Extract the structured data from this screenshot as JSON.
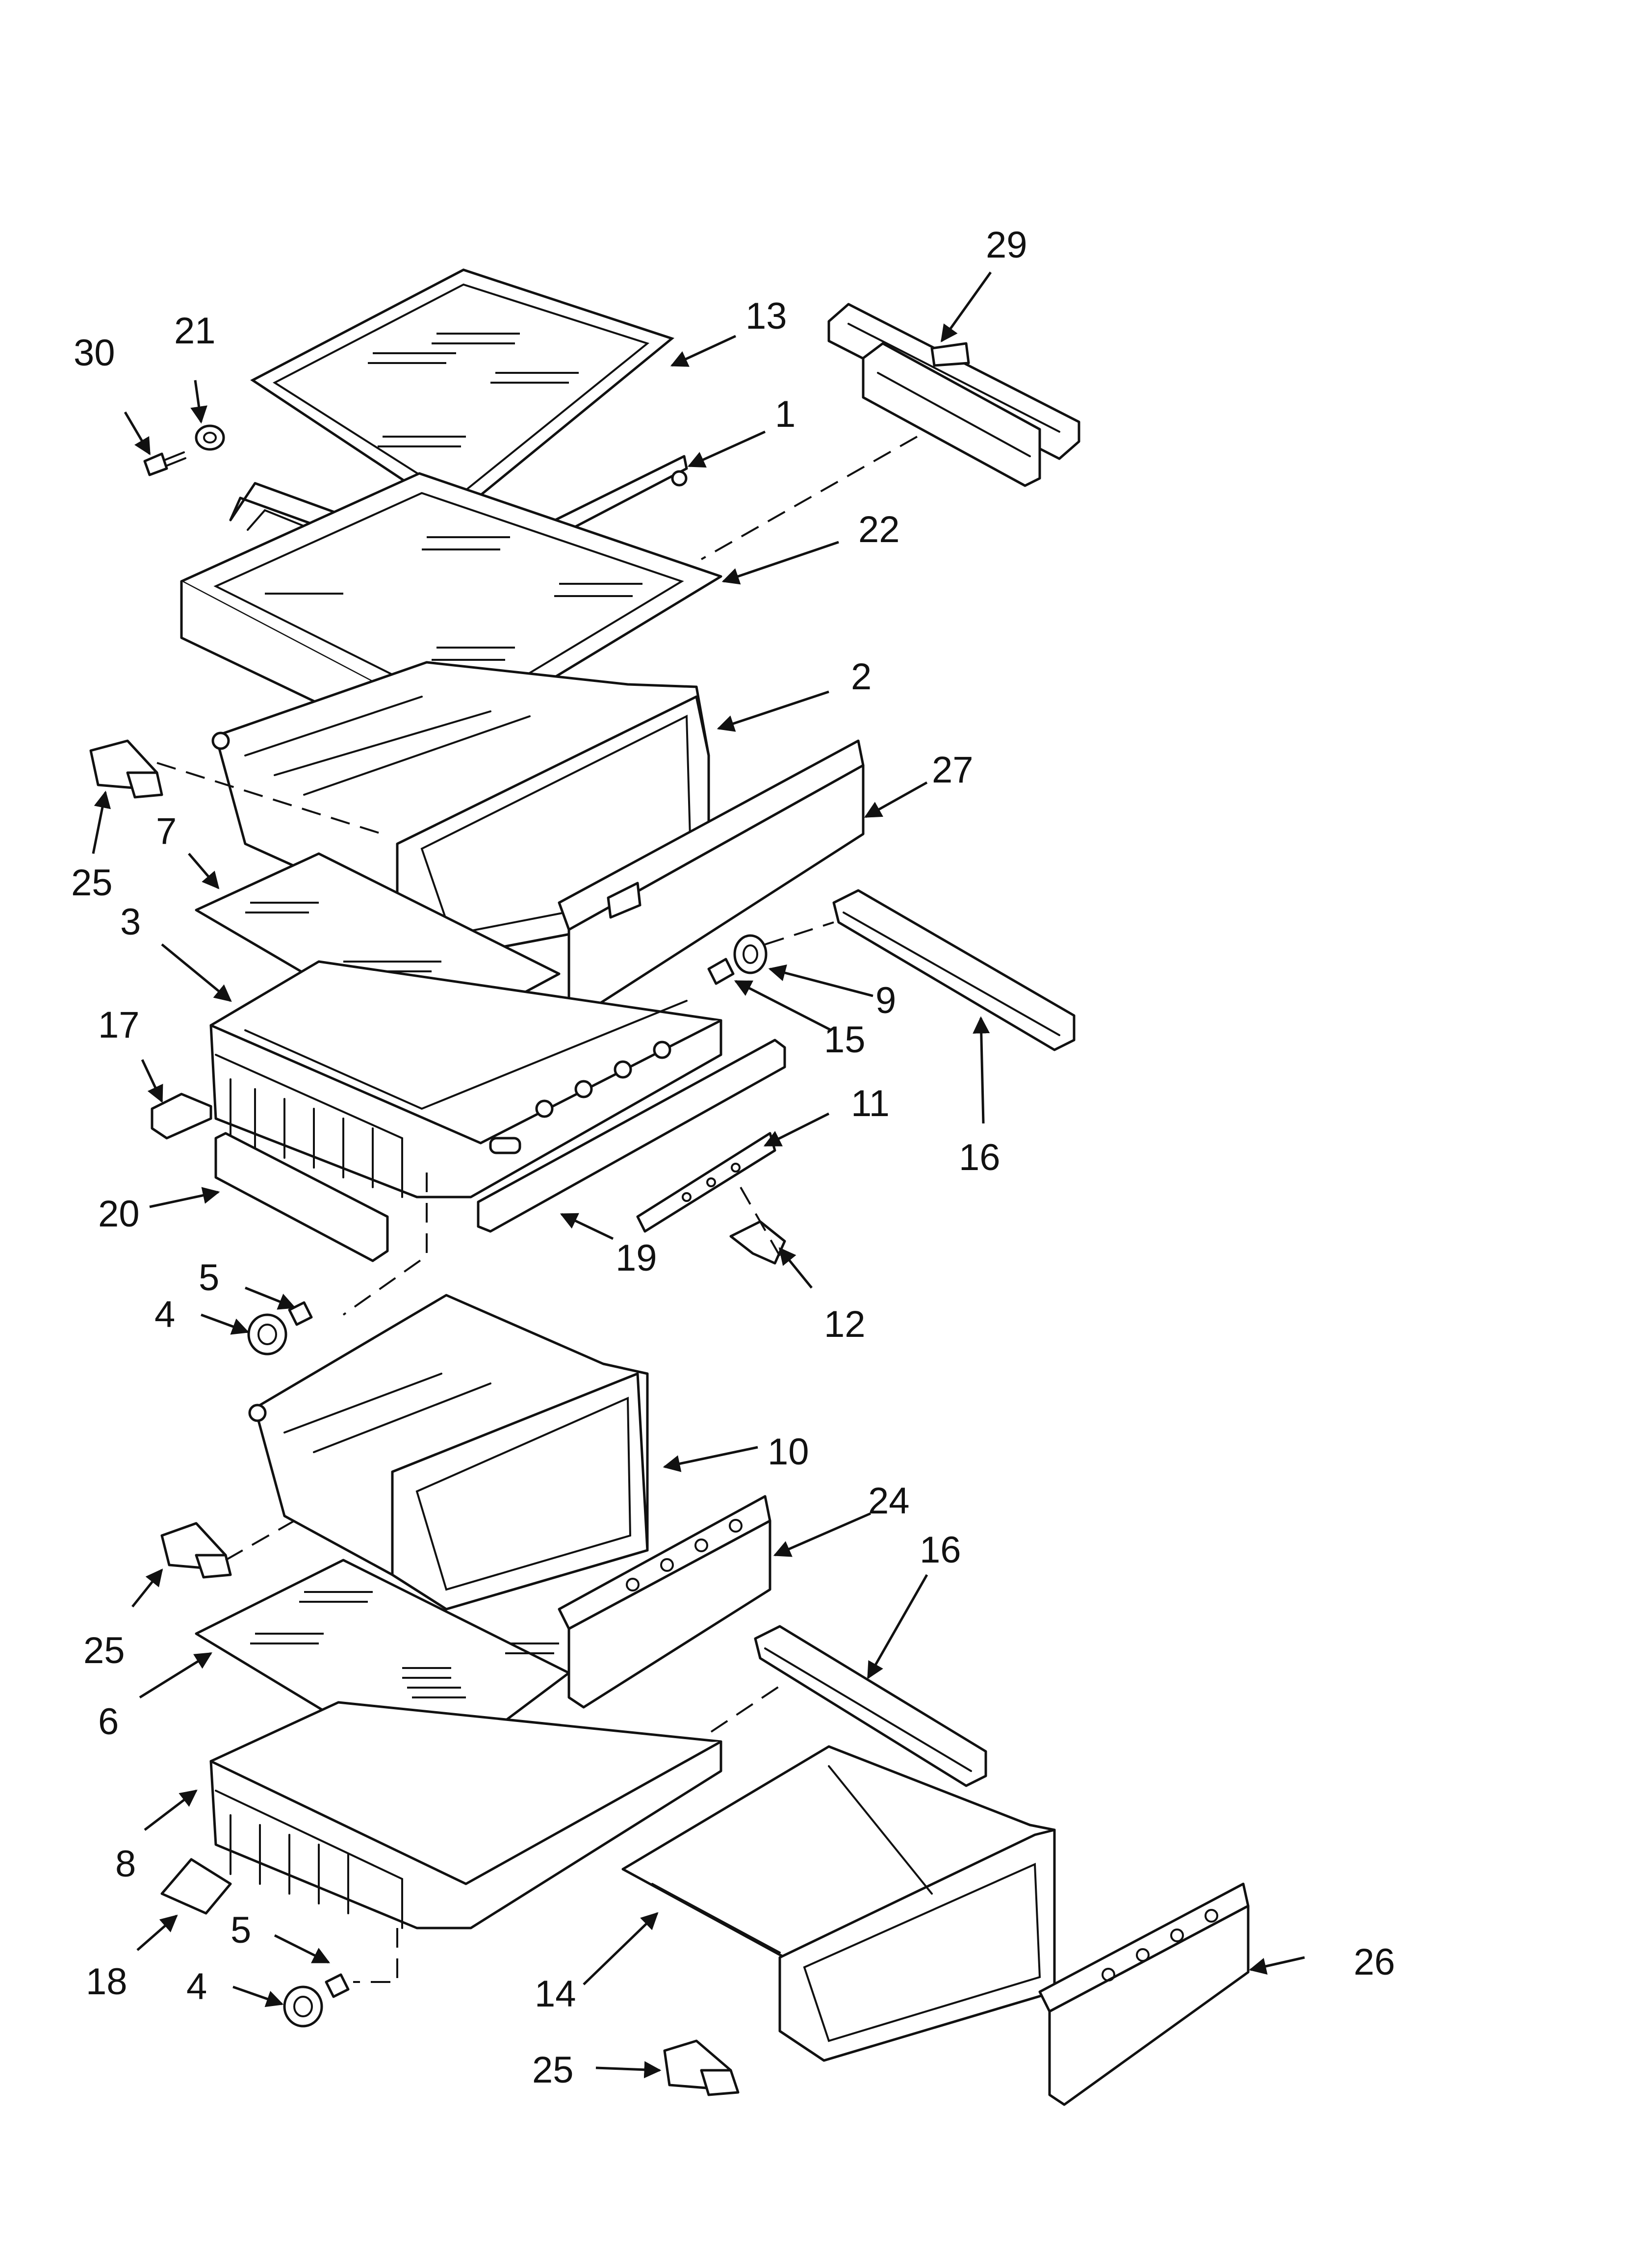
{
  "diagram": {
    "type": "exploded-parts-view",
    "line_color": "#111111",
    "background": "#ffffff"
  },
  "callouts": [
    {
      "label": "29"
    },
    {
      "label": "13"
    },
    {
      "label": "21"
    },
    {
      "label": "30"
    },
    {
      "label": "1"
    },
    {
      "label": "22"
    },
    {
      "label": "2"
    },
    {
      "label": "27"
    },
    {
      "label": "25"
    },
    {
      "label": "7"
    },
    {
      "label": "3"
    },
    {
      "label": "9"
    },
    {
      "label": "15"
    },
    {
      "label": "16"
    },
    {
      "label": "17"
    },
    {
      "label": "11"
    },
    {
      "label": "20"
    },
    {
      "label": "19"
    },
    {
      "label": "5"
    },
    {
      "label": "4"
    },
    {
      "label": "12"
    },
    {
      "label": "10"
    },
    {
      "label": "24"
    },
    {
      "label": "16"
    },
    {
      "label": "25"
    },
    {
      "label": "6"
    },
    {
      "label": "8"
    },
    {
      "label": "5"
    },
    {
      "label": "18"
    },
    {
      "label": "4"
    },
    {
      "label": "14"
    },
    {
      "label": "26"
    },
    {
      "label": "25"
    }
  ]
}
